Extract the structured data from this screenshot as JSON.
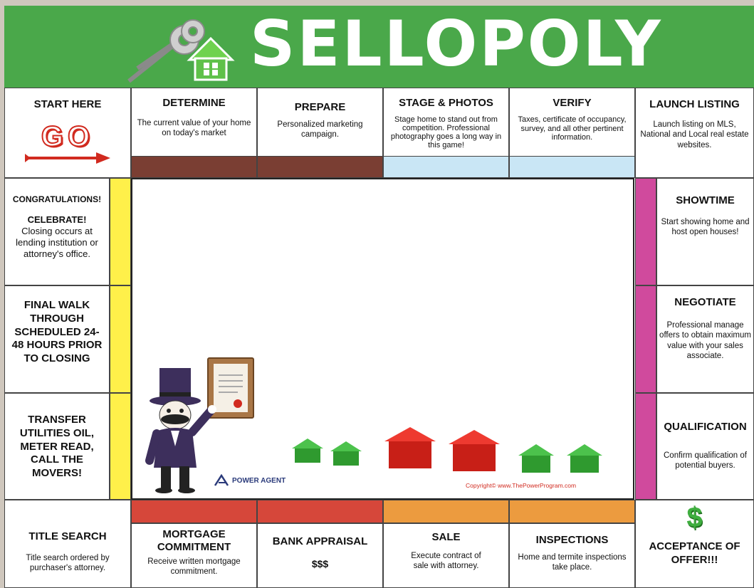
{
  "header": {
    "title": "SELLOPOLY",
    "logo_icon": "house-keys-icon"
  },
  "top": [
    {
      "title": "START HERE",
      "go": "GO"
    },
    {
      "title": "DETERMINE",
      "text": "The current value of your home on today's market"
    },
    {
      "title": "PREPARE",
      "text": "Personalized marketing campaign."
    },
    {
      "title": "STAGE & PHOTOS",
      "text": "Stage home to stand out from competition. Professional photography goes a long way in this game!"
    },
    {
      "title": "VERIFY",
      "text": "Taxes, certificate of occupancy, survey, and all other pertinent information."
    },
    {
      "title": "LAUNCH LISTING",
      "text": "Launch listing on MLS, National and Local real estate websites."
    }
  ],
  "left": [
    {
      "title": "CONGRATULATIONS!",
      "subtitle": "CELEBRATE!",
      "text": "Closing occurs at lending institution or attorney's office."
    },
    {
      "title": "FINAL WALK THROUGH SCHEDULED 24-48 HOURS PRIOR TO CLOSING"
    },
    {
      "title": "TRANSFER UTILITIES OIL, METER READ, CALL THE MOVERS!"
    }
  ],
  "right": [
    {
      "title": "SHOWTIME",
      "text": "Start showing home and host open houses!"
    },
    {
      "title": "NEGOTIATE",
      "text": "Professional manage offers to obtain maximum value with your sales associate."
    },
    {
      "title": "QUALIFICATION",
      "text": "Confirm qualification of potential buyers."
    }
  ],
  "bottom": [
    {
      "title": "TITLE SEARCH",
      "text": "Title search ordered by purchaser's attorney."
    },
    {
      "title": "MORTGAGE COMMITMENT",
      "text": "Receive written mortgage commitment."
    },
    {
      "title": "BANK APPRAISAL",
      "text": "$$$"
    },
    {
      "title": "SALE",
      "text": "Execute contract of sale with attorney."
    },
    {
      "title": "INSPECTIONS",
      "text": "Home and termite inspections take place."
    },
    {
      "title": "ACCEPTANCE OF OFFER!!!",
      "icon": "dollar-sign-icon"
    }
  ],
  "center": {
    "logo": "POWER AGENT",
    "copyright": "Copyright© www.ThePowerProgram.com"
  },
  "colors": {
    "green": "#4aa84a",
    "brown": "#7a3e33",
    "lightblue": "#c9e6f5",
    "yellow": "#fff04a",
    "magenta": "#d04a9d",
    "red": "#d6473a",
    "orange": "#ec9b3f"
  }
}
